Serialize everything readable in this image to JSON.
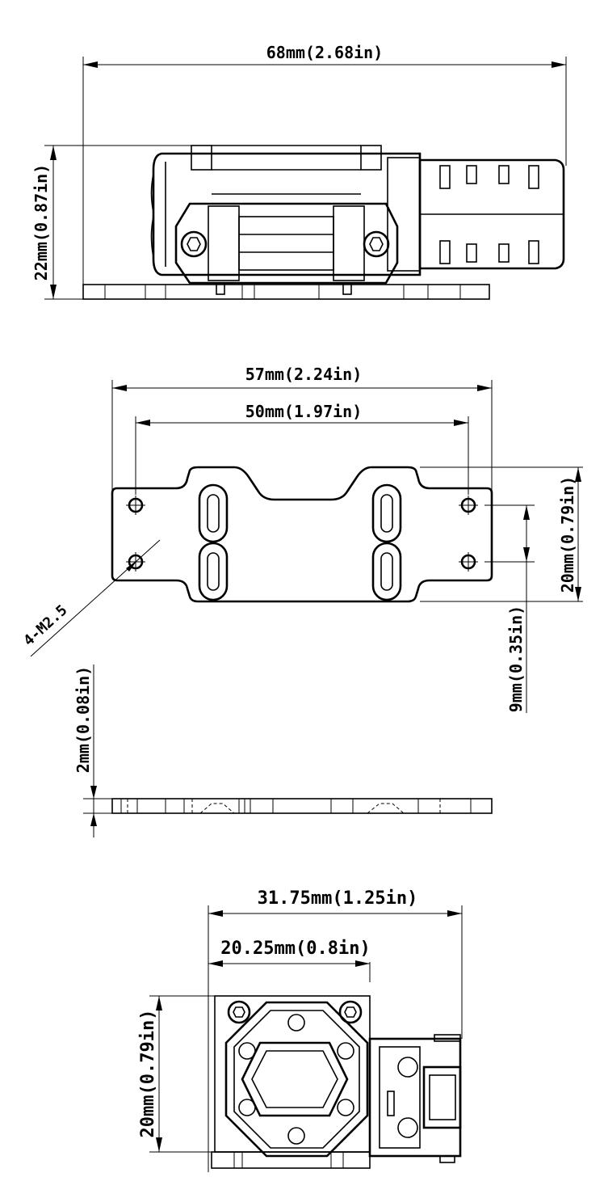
{
  "top_view": {
    "length_label": "68mm(2.68in)",
    "height_label": "22mm(0.87in)"
  },
  "plate_view": {
    "outer_width_label": "57mm(2.24in)",
    "hole_spacing_label": "50mm(1.97in)",
    "plate_height_label": "20mm(0.79in)",
    "hole_offset_label": "9mm(0.35in)",
    "hole_callout_label": "4-M2.5",
    "thickness_label": "2mm(0.08in)"
  },
  "end_view": {
    "overall_width_label": "31.75mm(1.25in)",
    "body_width_label": "20.25mm(0.8in)",
    "body_height_label": "20mm(0.79in)"
  }
}
